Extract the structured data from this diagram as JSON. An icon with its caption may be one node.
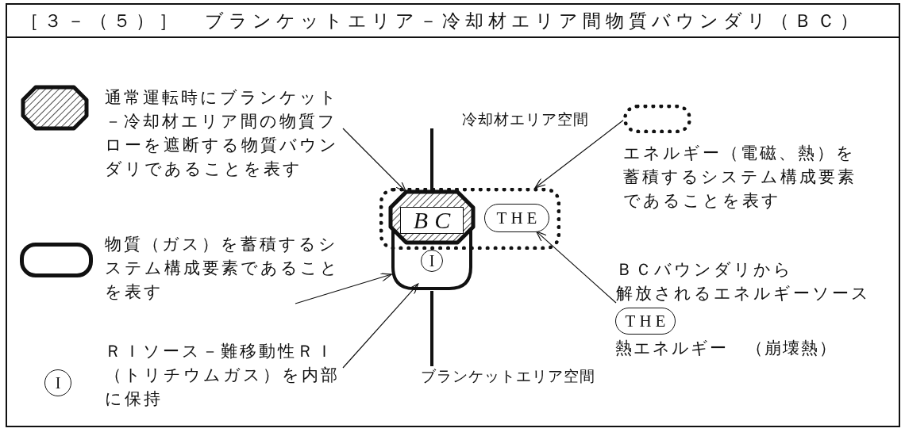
{
  "diagram": {
    "title": "［３－（５）］　ブランケットエリア－冷却材エリア間物質バウンダリ（ＢＣ）",
    "nodes": [
      {
        "text": [],
        "shape": "octagon"
      },
      {
        "text": [
          "通常運転時にブランケット－冷却材エリア間の物質フローを遮断する物質バウンダリであることを表す"
        ]
      },
      {
        "text": [
          "冷却材エリア空間"
        ]
      },
      {
        "text": [],
        "shape": "box"
      },
      {
        "text": [
          "エネルギー（電磁、熱）を蓄積するシステム構成要素であることを表す"
        ]
      },
      {
        "text": [],
        "shape": "box"
      },
      {
        "text": [
          "BC"
        ]
      },
      {
        "text": [
          "I"
        ],
        "in": 5
      },
      {
        "text": [],
        "shape": "box"
      },
      {
        "text": [
          "THE"
        ],
        "in": 8
      },
      {
        "text": [],
        "shape": "box"
      },
      {
        "text": [
          "物質（ガス）を蓄積するシステム構成要素であることを表す"
        ]
      },
      {
        "text": [
          "ＢＣバウンダリから解放されるエネルギーソース"
        ]
      },
      {
        "text": [
          "THE"
        ],
        "beside": [
          "熱エネルギー　（崩壊熱）"
        ]
      },
      {
        "text": [
          "I"
        ]
      },
      {
        "text": [
          "ＲＩソース－難移動性ＲＩ（トリチウムガス）を内部に保持"
        ]
      },
      {
        "text": [
          "ブランケットエリア空間"
        ]
      }
    ],
    "edges": [
      {
        "from": 1,
        "to": 6,
        "arrow": "to"
      },
      {
        "from": 3,
        "to": 8,
        "arrow": "to"
      },
      {
        "from": 11,
        "to": 5,
        "arrow": "to"
      },
      {
        "from": 15,
        "to": 5,
        "arrow": "to"
      },
      {
        "from": 12,
        "to": 9,
        "arrow": "to"
      },
      {
        "from": 2,
        "to": 6,
        "arrow": "none",
        "style": "thick"
      },
      {
        "from": 5,
        "to": 16,
        "arrow": "none",
        "style": "thick"
      }
    ]
  }
}
